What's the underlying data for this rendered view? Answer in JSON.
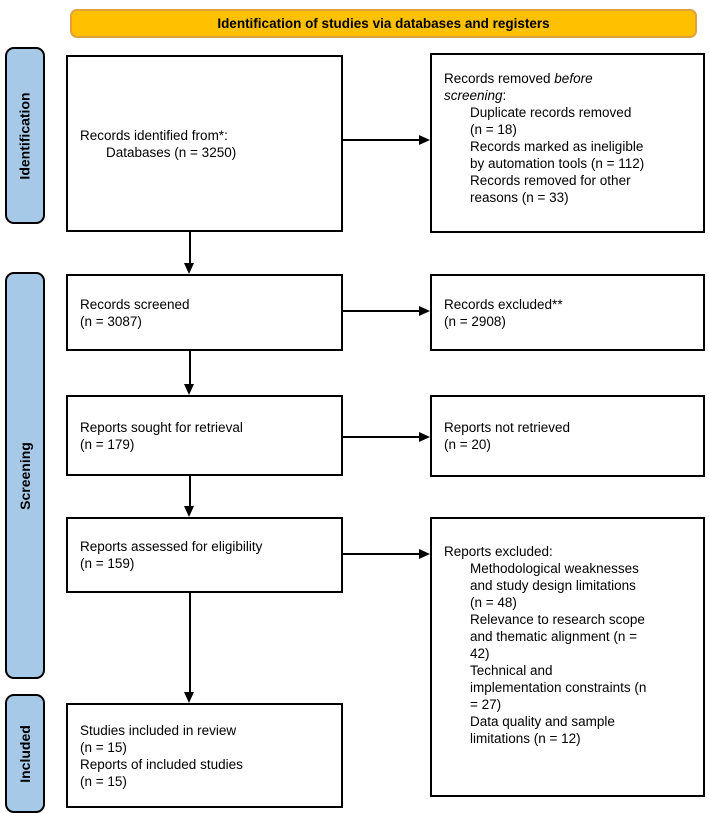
{
  "banner": {
    "title": "Identification of studies via databases and registers"
  },
  "stages": [
    {
      "label": "Identification"
    },
    {
      "label": "Screening"
    },
    {
      "label": "Included"
    }
  ],
  "boxes": {
    "identified": {
      "line1": "Records identified from*:",
      "line2": "Databases (n = 3250)"
    },
    "removed": {
      "heading_prefix": "Records removed ",
      "heading_italic_line1": "before",
      "heading_italic_line2": "screening",
      "heading_suffix": ":",
      "items": [
        "Duplicate records removed\n(n = 18)",
        "Records marked as ineligible\nby automation tools (n = 112)",
        "Records removed for other\nreasons (n = 33)"
      ]
    },
    "screened": {
      "text": "Records screened\n(n = 3087)"
    },
    "records_excluded": {
      "text": "Records excluded**\n(n = 2908)"
    },
    "sought": {
      "text": "Reports sought for retrieval\n(n = 179)"
    },
    "not_retrieved": {
      "text": "Reports not retrieved\n(n = 20)"
    },
    "assessed": {
      "text": "Reports assessed for eligibility\n(n = 159)"
    },
    "reports_excluded": {
      "heading": "Reports excluded:",
      "items": [
        "Methodological weaknesses\nand study design limitations\n(n = 48)",
        "Relevance to research scope\nand thematic alignment (n =\n42)",
        "Technical and\nimplementation constraints (n\n= 27)",
        "Data quality and sample\nlimitations (n = 12)"
      ]
    },
    "included": {
      "text": "Studies included in review\n(n = 15)\nReports of included studies\n(n = 15)"
    }
  },
  "colors": {
    "banner_fill": "#FFC000",
    "banner_border": "#DFA13C",
    "stage_fill": "#A6C9E8",
    "box_border": "#000000",
    "arrow": "#000000",
    "text": "#000000"
  }
}
